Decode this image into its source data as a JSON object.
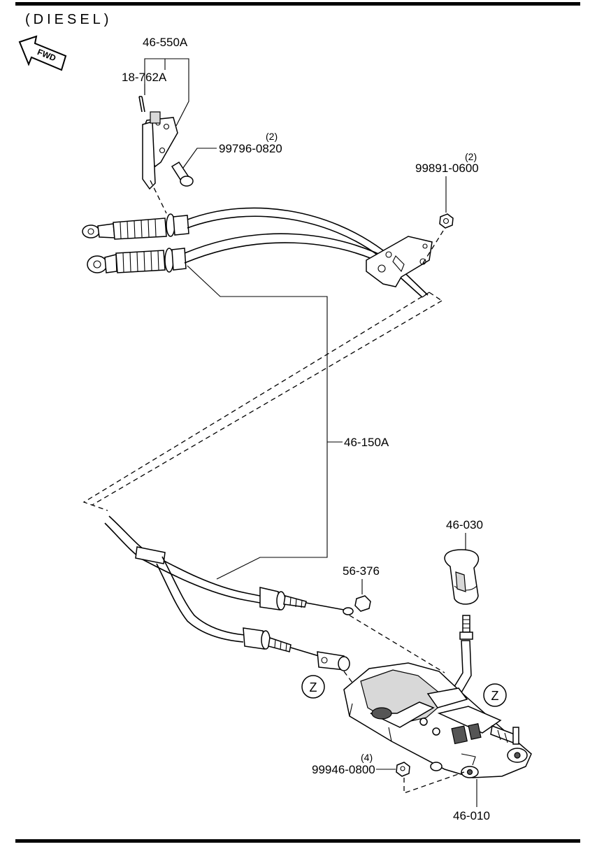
{
  "header": {
    "variant": "(DIESEL)",
    "direction": "FWD"
  },
  "parts": {
    "cable_bracket": "46-550A",
    "clip": "18-762A",
    "bolt": {
      "number": "99796-0820",
      "qty": "(2)"
    },
    "nut_bracket": {
      "number": "99891-0600",
      "qty": "(2)"
    },
    "cable_assembly": "46-150A",
    "knob": "46-030",
    "nut_small": "56-376",
    "nut_base": {
      "number": "99946-0800",
      "qty": "(4)"
    },
    "shift_lever_assembly": "46-010"
  },
  "callouts": {
    "ref_left": "Z",
    "ref_right": "Z"
  },
  "icons": [
    "fwd-arrow-icon"
  ]
}
